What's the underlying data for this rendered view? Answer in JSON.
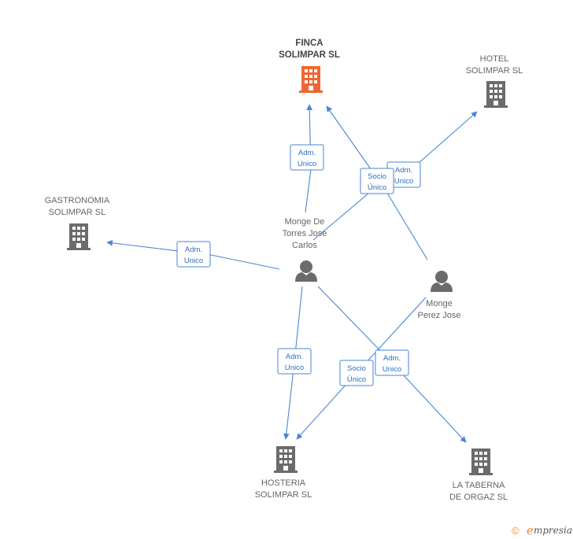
{
  "colors": {
    "edge": "#4a86d4",
    "company": "#6b6b6b",
    "company_highlight": "#f26533",
    "person": "#6b6b6b",
    "brand_orange": "#f28c1d"
  },
  "nodes": [
    {
      "id": "finca",
      "kind": "company",
      "highlight": true,
      "lines": [
        "FINCA",
        "SOLIMPAR SL"
      ]
    },
    {
      "id": "hotel",
      "kind": "company",
      "highlight": false,
      "lines": [
        "HOTEL",
        "SOLIMPAR SL"
      ]
    },
    {
      "id": "gastronomia",
      "kind": "company",
      "highlight": false,
      "lines": [
        "GASTRONOMIA",
        "SOLIMPAR SL"
      ]
    },
    {
      "id": "hosteria",
      "kind": "company",
      "highlight": false,
      "lines": [
        "HOSTERIA",
        "SOLIMPAR SL"
      ]
    },
    {
      "id": "taberna",
      "kind": "company",
      "highlight": false,
      "lines": [
        "LA TABERNA",
        "DE ORGAZ  SL"
      ]
    },
    {
      "id": "monge_torres",
      "kind": "person",
      "lines": [
        "Monge De",
        "Torres Jose",
        "Carlos"
      ]
    },
    {
      "id": "monge_perez",
      "kind": "person",
      "lines": [
        "Monge",
        "Perez Jose"
      ]
    }
  ],
  "edges": [
    {
      "id": "e1",
      "from": "monge_torres",
      "to": "finca",
      "label": [
        "Adm.",
        "Unico"
      ]
    },
    {
      "id": "e2",
      "from": "monge_torres",
      "to": "hotel",
      "label": [
        "Adm.",
        "Unico"
      ]
    },
    {
      "id": "e3",
      "from": "monge_perez",
      "to": "finca",
      "label": [
        "Socio",
        "Único"
      ]
    },
    {
      "id": "e4",
      "from": "monge_torres",
      "to": "gastronomia",
      "label": [
        "Adm.",
        "Unico"
      ]
    },
    {
      "id": "e5",
      "from": "monge_torres",
      "to": "hosteria",
      "label": [
        "Adm.",
        "Unico"
      ]
    },
    {
      "id": "e6",
      "from": "monge_perez",
      "to": "hosteria",
      "label": [
        "Socio",
        "Único"
      ]
    },
    {
      "id": "e7",
      "from": "monge_torres",
      "to": "taberna",
      "label": [
        "Adm.",
        "Unico"
      ]
    }
  ],
  "footer": {
    "copyright": "©",
    "brand_initial": "e",
    "brand_rest": "mpresia"
  }
}
